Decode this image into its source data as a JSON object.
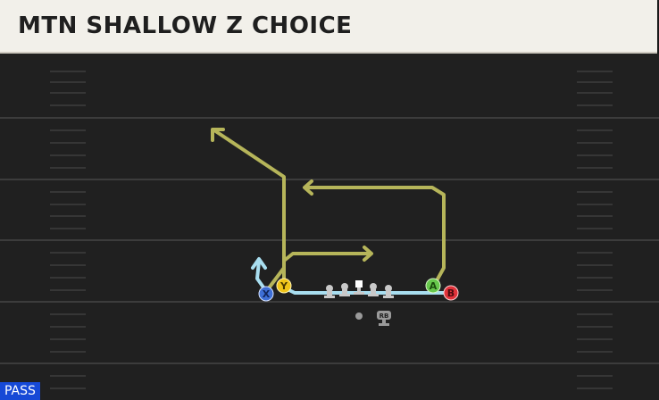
{
  "play": {
    "title": "MTN SHALLOW Z CHOICE",
    "type_tag": "PASS"
  },
  "players": {
    "x": "X",
    "y": "Y",
    "a": "A",
    "b": "B",
    "rb": "RB"
  },
  "colors": {
    "field": "#202020",
    "yard_line": "#3a3a3a",
    "route": "#b6b55a",
    "block": "#a8def0",
    "x_button": "#3e6fd6",
    "y_button": "#f0c419",
    "a_button": "#67c84c",
    "b_button": "#e0323a",
    "tag": "#1649d6"
  }
}
